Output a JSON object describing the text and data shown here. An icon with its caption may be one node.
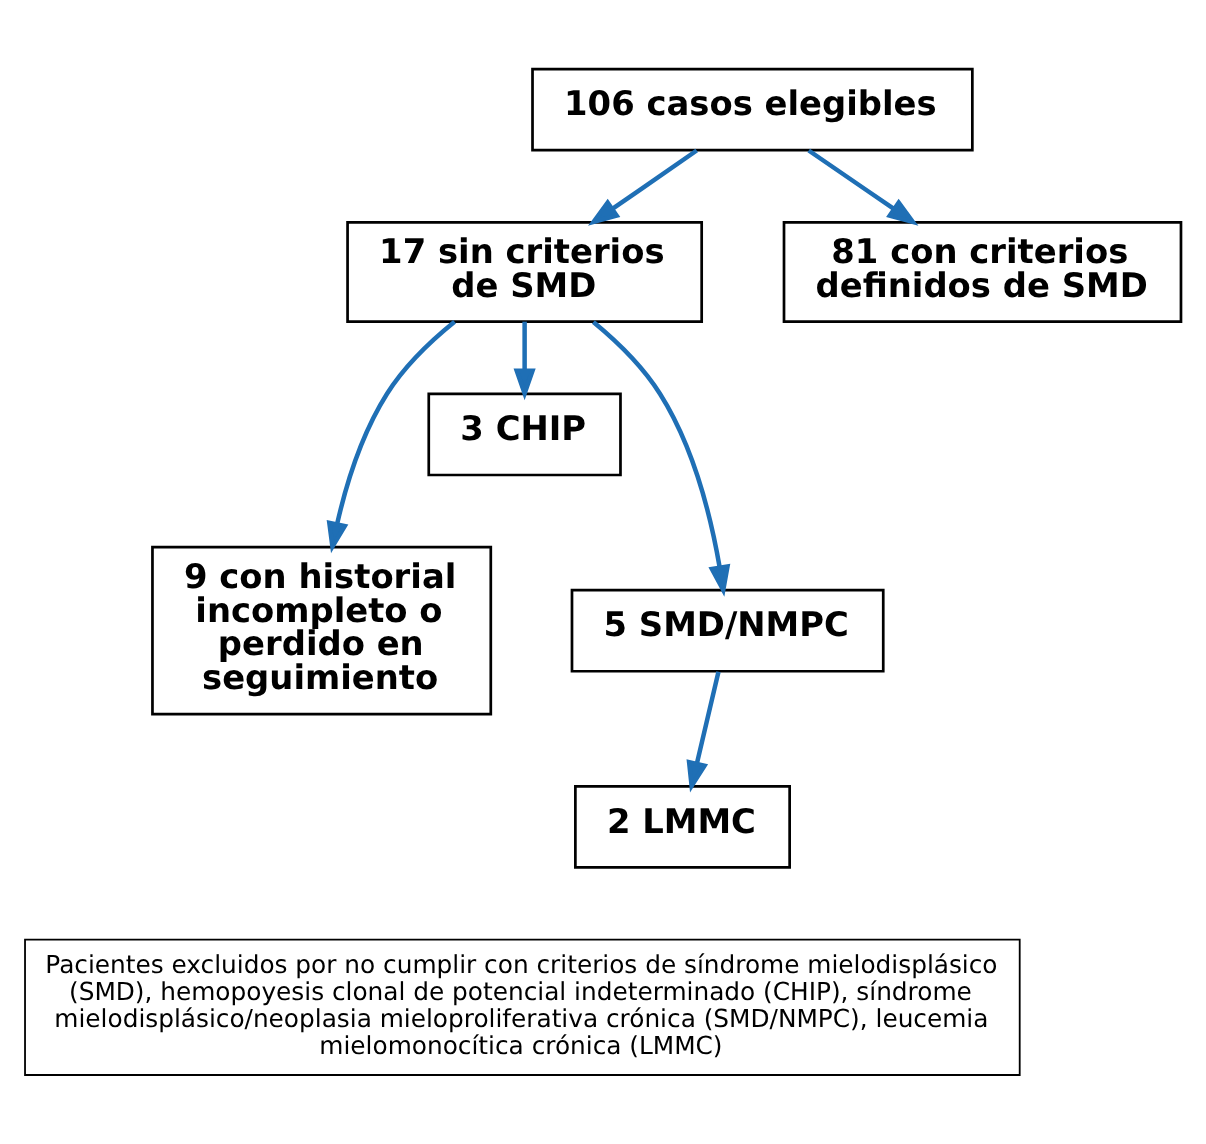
{
  "diagram": {
    "nodes": [
      {
        "text": [
          "106 casos elegibles"
        ]
      },
      {
        "text": [
          "17 sin criterios de SMD"
        ]
      },
      {
        "text": [
          "81 con criterios definidos de SMD"
        ]
      },
      {
        "text": [
          "3 CHIP"
        ]
      },
      {
        "text": [
          "9 con historial incompleto o perdido en seguimiento"
        ]
      },
      {
        "text": [
          "5 SMD/NMPC"
        ]
      },
      {
        "text": [
          "2 LMMC"
        ]
      },
      {
        "text": [
          "Pacientes excluidos por no cumplir con criterios de síndrome mielodisplásico (SMD), hemopoyesis clonal de potencial indeterminado (CHIP), síndrome mielodisplásico/neoplasia mieloproliferativa crónica (SMD/NMPC), leucemia mielomonocítica crónica (LMMC)"
        ]
      }
    ],
    "edges": [
      {
        "from": 0,
        "to": 1,
        "arrow": "to"
      },
      {
        "from": 0,
        "to": 2,
        "arrow": "to"
      },
      {
        "from": 1,
        "to": 3,
        "arrow": "to"
      },
      {
        "from": 1,
        "to": 4,
        "arrow": "to"
      },
      {
        "from": 1,
        "to": 5,
        "arrow": "to"
      },
      {
        "from": 5,
        "to": 6,
        "arrow": "to"
      }
    ]
  }
}
